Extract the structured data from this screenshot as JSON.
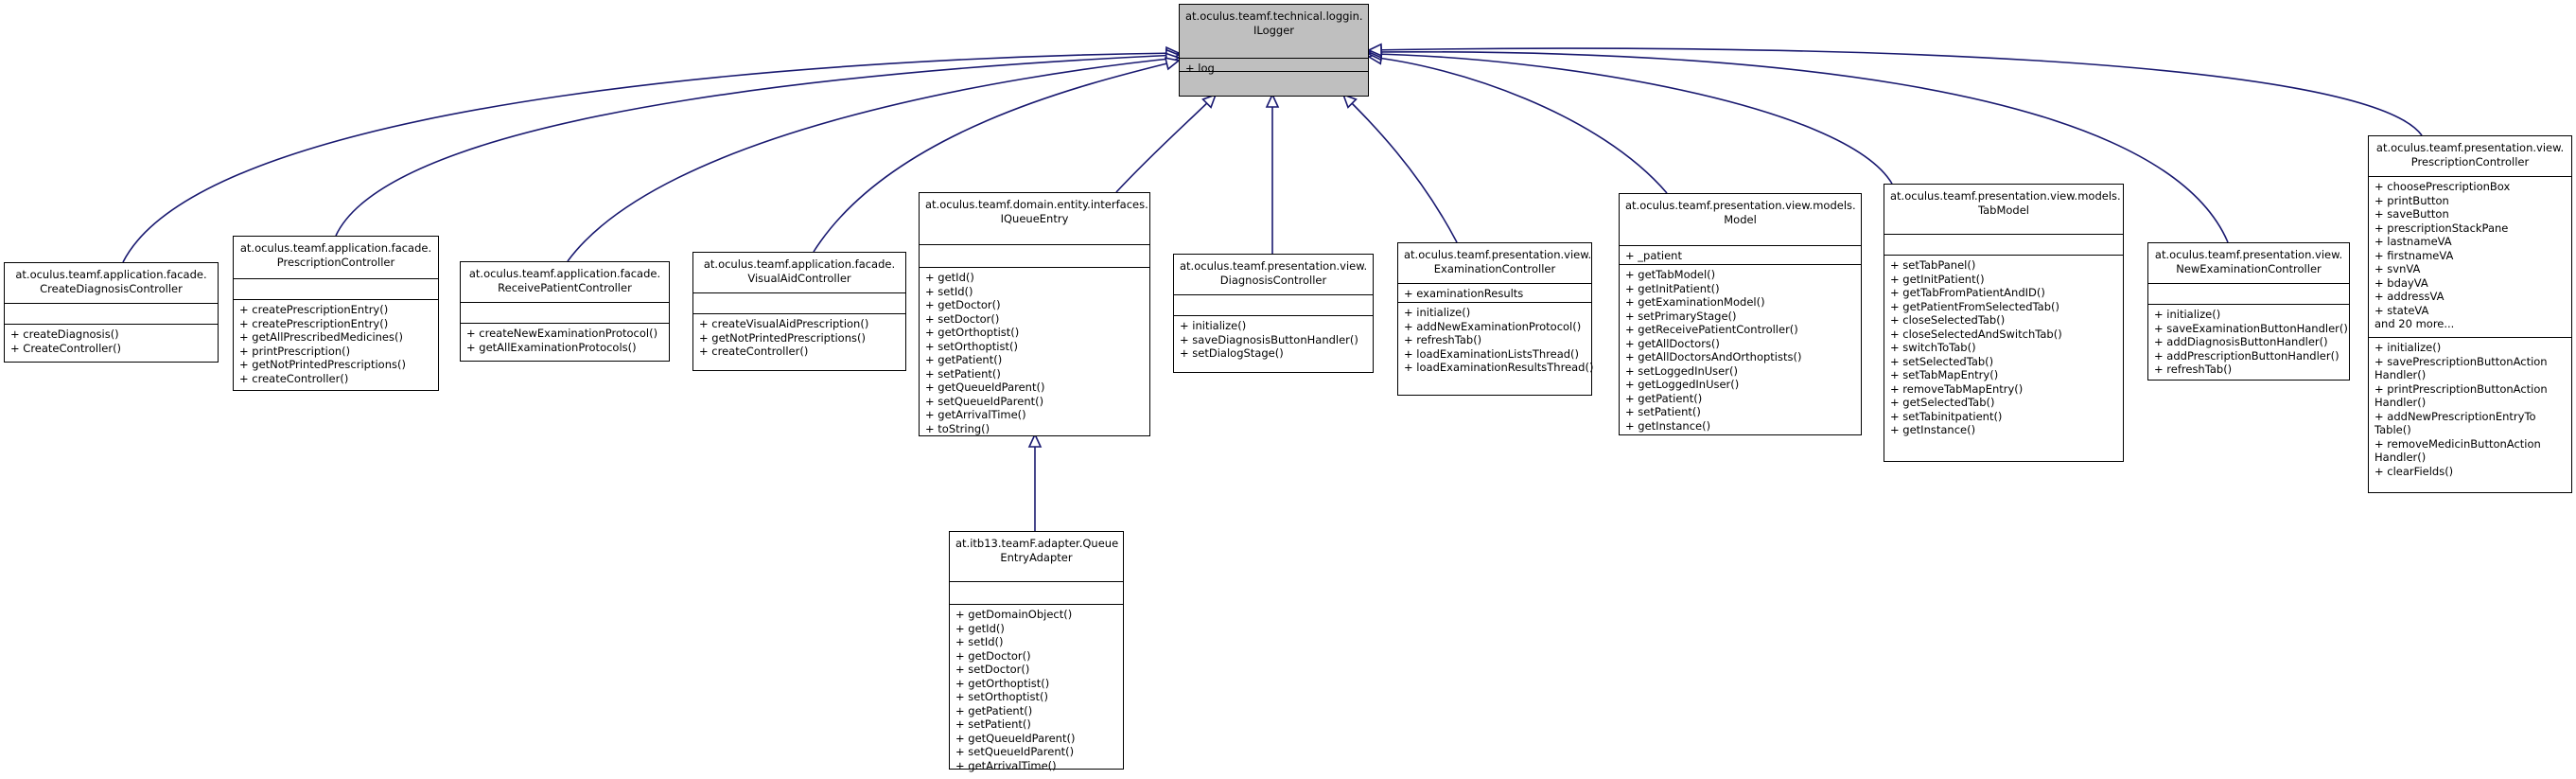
{
  "diagram": {
    "nodes": [
      {
        "id": "ilogger",
        "title": [
          "at.oculus.teamf.technical.loggin.",
          "ILogger"
        ],
        "attributes": [
          "+ log"
        ],
        "operations": []
      },
      {
        "id": "create_diagnosis_controller",
        "title": [
          "at.oculus.teamf.application.facade.",
          "CreateDiagnosisController"
        ],
        "attributes": [],
        "operations": [
          "+ createDiagnosis()",
          "+ CreateController()"
        ]
      },
      {
        "id": "prescription_controller_facade",
        "title": [
          "at.oculus.teamf.application.facade.",
          "PrescriptionController"
        ],
        "attributes": [],
        "operations": [
          "+ createPrescriptionEntry()",
          "+ createPrescriptionEntry()",
          "+ getAllPrescribedMedicines()",
          "+ printPrescription()",
          "+ getNotPrintedPrescriptions()",
          "+ createController()"
        ]
      },
      {
        "id": "receive_patient_controller",
        "title": [
          "at.oculus.teamf.application.facade.",
          "ReceivePatientController"
        ],
        "attributes": [],
        "operations": [
          "+ createNewExaminationProtocol()",
          "+ getAllExaminationProtocols()"
        ]
      },
      {
        "id": "visual_aid_controller",
        "title": [
          "at.oculus.teamf.application.facade.",
          "VisualAidController"
        ],
        "attributes": [],
        "operations": [
          "+ createVisualAidPrescription()",
          "+ getNotPrintedPrescriptions()",
          "+ createController()"
        ]
      },
      {
        "id": "iqueue_entry",
        "title": [
          "at.oculus.teamf.domain.entity.interfaces.",
          "IQueueEntry"
        ],
        "attributes": [],
        "operations": [
          "+ getId()",
          "+ setId()",
          "+ getDoctor()",
          "+ setDoctor()",
          "+ getOrthoptist()",
          "+ setOrthoptist()",
          "+ getPatient()",
          "+ setPatient()",
          "+ getQueueIdParent()",
          "+ setQueueIdParent()",
          "+ getArrivalTime()",
          "+ toString()"
        ]
      },
      {
        "id": "diagnosis_controller",
        "title": [
          "at.oculus.teamf.presentation.view.",
          "DiagnosisController"
        ],
        "attributes": [],
        "operations": [
          "+ initialize()",
          "+ saveDiagnosisButtonHandler()",
          "+ setDialogStage()"
        ]
      },
      {
        "id": "examination_controller",
        "title": [
          "at.oculus.teamf.presentation.view.",
          "ExaminationController"
        ],
        "attributes": [
          "+ examinationResults"
        ],
        "operations": [
          "+ initialize()",
          "+ addNewExaminationProtocol()",
          "+ refreshTab()",
          "+ loadExaminationListsThread()",
          "+ loadExaminationResultsThread()"
        ]
      },
      {
        "id": "model",
        "title": [
          "at.oculus.teamf.presentation.view.models.",
          "Model"
        ],
        "attributes": [
          "+ _patient"
        ],
        "operations": [
          "+ getTabModel()",
          "+ getInitPatient()",
          "+ getExaminationModel()",
          "+ setPrimaryStage()",
          "+ getReceivePatientController()",
          "+ getAllDoctors()",
          "+ getAllDoctorsAndOrthoptists()",
          "+ setLoggedInUser()",
          "+ getLoggedInUser()",
          "+ getPatient()",
          "+ setPatient()",
          "+ getInstance()"
        ]
      },
      {
        "id": "tab_model",
        "title": [
          "at.oculus.teamf.presentation.view.models.",
          "TabModel"
        ],
        "attributes": [],
        "operations": [
          "+ setTabPanel()",
          "+ getInitPatient()",
          "+ getTabFromPatientAndID()",
          "+ getPatientFromSelectedTab()",
          "+ closeSelectedTab()",
          "+ closeSelectedAndSwitchTab()",
          "+ switchToTab()",
          "+ setSelectedTab()",
          "+ setTabMapEntry()",
          "+ removeTabMapEntry()",
          "+ getSelectedTab()",
          "+ setTabinitpatient()",
          "+ getInstance()"
        ]
      },
      {
        "id": "new_examination_controller",
        "title": [
          "at.oculus.teamf.presentation.view.",
          "NewExaminationController"
        ],
        "attributes": [],
        "operations": [
          "+ initialize()",
          "+ saveExaminationButtonHandler()",
          "+ addDiagnosisButtonHandler()",
          "+ addPrescriptionButtonHandler()",
          "+ refreshTab()"
        ]
      },
      {
        "id": "prescription_controller_view",
        "title": [
          "at.oculus.teamf.presentation.view.",
          "PrescriptionController"
        ],
        "attributes": [
          "+ choosePrescriptionBox",
          "+ printButton",
          "+ saveButton",
          "+ prescriptionStackPane",
          "+ lastnameVA",
          "+ firstnameVA",
          "+ svnVA",
          "+ bdayVA",
          "+ addressVA",
          "+ stateVA",
          "and 20 more..."
        ],
        "operations": [
          "+ initialize()",
          "+ savePrescriptionButtonAction",
          "Handler()",
          "+ printPrescriptionButtonAction",
          "Handler()",
          "+ addNewPrescriptionEntryTo",
          "Table()",
          "+ removeMedicinButtonAction",
          "Handler()",
          "+ clearFields()"
        ]
      },
      {
        "id": "queue_entry_adapter",
        "title": [
          "at.itb13.teamF.adapter.Queue",
          "EntryAdapter"
        ],
        "attributes": [],
        "operations": [
          "+ getDomainObject()",
          "+ getId()",
          "+ setId()",
          "+ getDoctor()",
          "+ setDoctor()",
          "+ getOrthoptist()",
          "+ setOrthoptist()",
          "+ getPatient()",
          "+ setPatient()",
          "+ getQueueIdParent()",
          "+ setQueueIdParent()",
          "+ getArrivalTime()"
        ]
      }
    ],
    "edges": [
      {
        "from": "create_diagnosis_controller",
        "to": "ilogger",
        "type": "realization"
      },
      {
        "from": "prescription_controller_facade",
        "to": "ilogger",
        "type": "realization"
      },
      {
        "from": "receive_patient_controller",
        "to": "ilogger",
        "type": "realization"
      },
      {
        "from": "visual_aid_controller",
        "to": "ilogger",
        "type": "realization"
      },
      {
        "from": "iqueue_entry",
        "to": "ilogger",
        "type": "realization"
      },
      {
        "from": "diagnosis_controller",
        "to": "ilogger",
        "type": "realization"
      },
      {
        "from": "examination_controller",
        "to": "ilogger",
        "type": "realization"
      },
      {
        "from": "model",
        "to": "ilogger",
        "type": "realization"
      },
      {
        "from": "tab_model",
        "to": "ilogger",
        "type": "realization"
      },
      {
        "from": "new_examination_controller",
        "to": "ilogger",
        "type": "realization"
      },
      {
        "from": "prescription_controller_view",
        "to": "ilogger",
        "type": "realization"
      },
      {
        "from": "queue_entry_adapter",
        "to": "iqueue_entry",
        "type": "realization"
      }
    ]
  },
  "colors": {
    "edge": "#191970",
    "focus_fill": "#bfbfbf",
    "border": "#000000",
    "background": "#ffffff"
  }
}
